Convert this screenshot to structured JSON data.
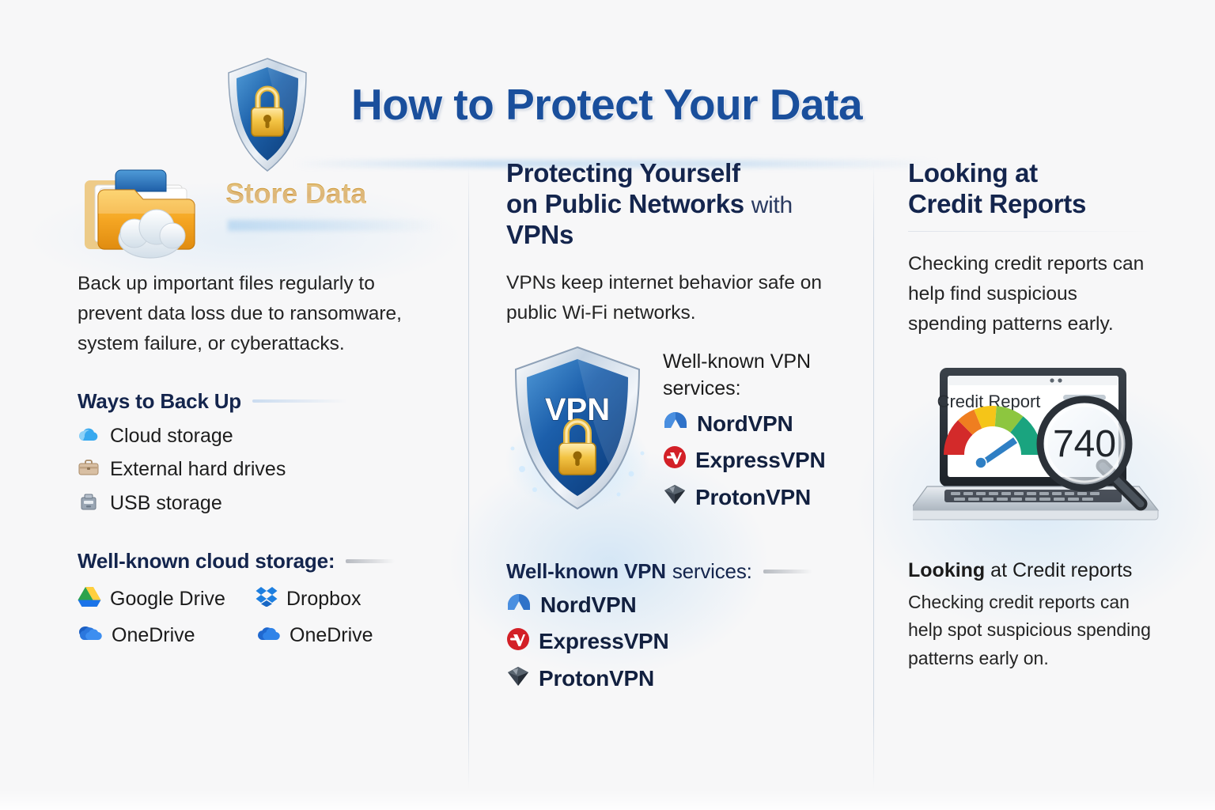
{
  "header": {
    "title": "How to Protect Your Data",
    "shield_icon": "shield-lock-icon"
  },
  "colors": {
    "title_blue": "#1a4f9c",
    "heading_navy": "#14254d",
    "store_data_gold": "#c5831c",
    "body_text": "#242424",
    "background": "#f7f7f8"
  },
  "columns": {
    "left": {
      "icon": "folder-cloud-icon",
      "title": "Store Data",
      "intro": "Back up important files regularly to prevent data loss due to ransomware, system failure, or cyberattacks.",
      "ways_heading": "Ways to Back Up",
      "ways": [
        {
          "icon": "cloud-icon",
          "label": "Cloud storage"
        },
        {
          "icon": "hard-drive-case-icon",
          "label": "External hard drives"
        },
        {
          "icon": "usb-drive-icon",
          "label": "USB storage"
        }
      ],
      "cloud_heading": "Well-known cloud storage:",
      "cloud_brands": [
        {
          "icon": "google-drive-icon",
          "label": "Google Drive"
        },
        {
          "icon": "dropbox-icon",
          "label": "Dropbox"
        },
        {
          "icon": "onedrive-icon",
          "label": "OneDrive"
        },
        {
          "icon": "onedrive-icon",
          "label": "OneDrive"
        }
      ]
    },
    "middle": {
      "title_line1": "Protecting Yourself",
      "title_line2": "on Public Networks",
      "title_line2_light": "with",
      "title_line3": "VPNs",
      "intro": "VPNs keep internet behavior safe on public Wi-Fi networks.",
      "shield_icon": "vpn-shield-lock-icon",
      "shield_label": "VPN",
      "services_heading_line1": "Well-known VPN",
      "services_heading_line2": "services:",
      "services": [
        {
          "icon": "nordvpn-icon",
          "label": "NordVPN"
        },
        {
          "icon": "expressvpn-icon",
          "label": "ExpressVPN"
        },
        {
          "icon": "protonvpn-icon",
          "label": "ProtonVPN"
        }
      ],
      "services_heading_bottom_bold": "Well-known VPN",
      "services_heading_bottom_reg": "services:",
      "services_bottom": [
        {
          "icon": "nordvpn-icon",
          "label": "NordVPN"
        },
        {
          "icon": "expressvpn-icon",
          "label": "ExpressVPN"
        },
        {
          "icon": "protonvpn-icon",
          "label": "ProtonVPN"
        }
      ]
    },
    "right": {
      "title_line1": "Looking at",
      "title_line2": "Credit Reports",
      "intro": "Checking credit reports can help find suspicious spending patterns early.",
      "illustration": {
        "icon": "laptop-credit-report-icon",
        "screen_title": "Credit Report",
        "score": "740",
        "magnifier_icon": "magnifying-glass-icon",
        "gauge_colors": [
          "#d32a2a",
          "#ef7e20",
          "#f5c518",
          "#8dc63f",
          "#1aa47f"
        ]
      },
      "footer_heading_bold": "Looking",
      "footer_heading_reg": "at Credit reports",
      "footer_body": "Checking credit reports can help spot suspicious spending patterns early on."
    }
  }
}
